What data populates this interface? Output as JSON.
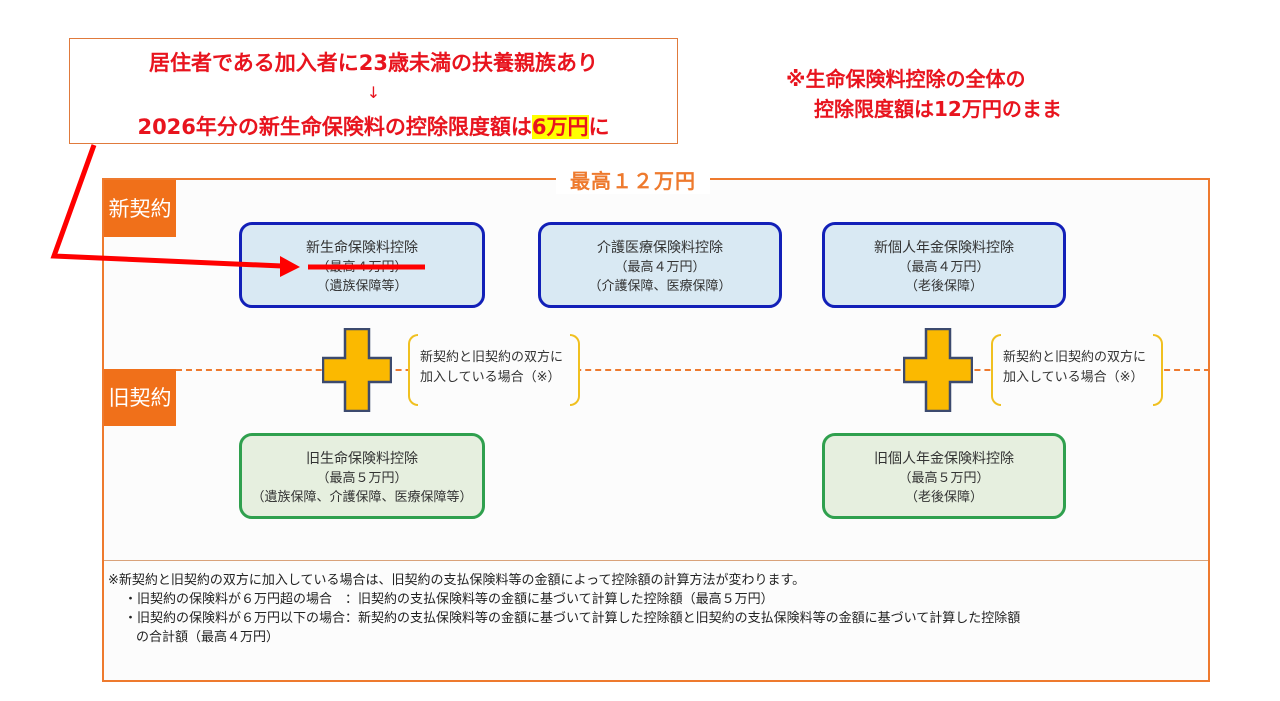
{
  "callout": {
    "line1": "居住者である加入者に23歳未満の扶養親族あり",
    "arrow": "↓",
    "line3_prefix": "2026年分の新生命保険料の控除限度額は",
    "line3_highlight": "6万円",
    "line3_suffix": "に"
  },
  "note_right": {
    "line1": "※生命保険料控除の全体の",
    "line2": "控除限度額は12万円のまま"
  },
  "frame": {
    "title": "最高１２万円",
    "tag_new": "新契約",
    "tag_old": "旧契約"
  },
  "boxes": {
    "new_life": {
      "title": "新生命保険料控除",
      "max": "（最高４万円）",
      "scope": "（遺族保障等）",
      "struck": true
    },
    "care_medical": {
      "title": "介護医療保険料控除",
      "max": "（最高４万円）",
      "scope": "（介護保障、医療保障）"
    },
    "new_pension": {
      "title": "新個人年金保険料控除",
      "max": "（最高４万円）",
      "scope": "（老後保障）"
    },
    "old_life": {
      "title": "旧生命保険料控除",
      "max": "（最高５万円）",
      "scope": "（遺族保障、介護保障、医療保障等）"
    },
    "old_pension": {
      "title": "旧個人年金保険料控除",
      "max": "（最高５万円）",
      "scope": "（老後保障）"
    }
  },
  "brackets": {
    "line1": "新契約と旧契約の双方に",
    "line2": "加入している場合（※）"
  },
  "footnote": {
    "line1": "※新契約と旧契約の双方に加入している場合は、旧契約の支払保険料等の金額によって控除額の計算方法が変わります。",
    "line2": "・旧契約の保険料が６万円超の場合　：旧契約の支払保険料等の金額に基づいて計算した控除額（最高５万円）",
    "line3": "・旧契約の保険料が６万円以下の場合：新契約の支払保険料等の金額に基づいて計算した控除額と旧契約の支払保険料等の金額に基づいて計算した控除額",
    "line4": "の合計額（最高４万円）"
  },
  "colors": {
    "accent_orange": "#ee7a2e",
    "annotation_red": "#e8141e",
    "highlight_yellow": "#ffff00",
    "new_box_border": "#1220b8",
    "old_box_border": "#2fa04e",
    "plus_fill": "#fbb900"
  }
}
